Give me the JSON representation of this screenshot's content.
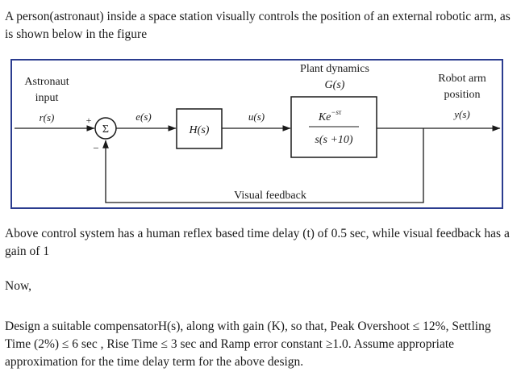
{
  "text": {
    "intro": "A person(astronaut) inside a space station visually controls the position of an external robotic arm, as is shown below in the figure",
    "delay": "Above control system has a human reflex based time delay (t) of 0.5 sec, while visual feedback has a gain of 1",
    "now": "Now,",
    "design": "Design a suitable compensatorH(s), along with gain (K), so that, Peak Overshoot ≤ 12%, Settling Time (2%) ≤ 6 sec , Rise Time ≤ 3 sec and Ramp error constant ≥1.0. Assume appropriate approximation for the time delay term for the above design."
  },
  "diagram": {
    "astronaut_label_1": "Astronaut",
    "astronaut_label_2": "input",
    "input_signal": "r(s)",
    "plus_sign": "+",
    "minus_sign": "−",
    "summer_symbol": "Σ",
    "error_signal": "e(s)",
    "compensator": "H(s)",
    "control_signal": "u(s)",
    "plant_title_1": "Plant dynamics",
    "plant_title_2": "G(s)",
    "plant_numerator": "Ke",
    "plant_exponent": "−sτ",
    "plant_denominator": "s(s +10)",
    "output_label_1": "Robot arm",
    "output_label_2": "position",
    "output_signal": "y(s)",
    "feedback_label": "Visual feedback"
  },
  "colors": {
    "frame": "#2b3c8f",
    "line": "#1a1a1a"
  }
}
